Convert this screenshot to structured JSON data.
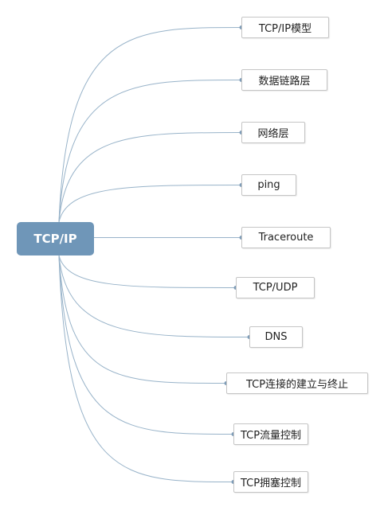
{
  "root": {
    "label": "TCP/IP"
  },
  "children": [
    {
      "label": "TCP/IP模型"
    },
    {
      "label": "数据链路层"
    },
    {
      "label": "网络层"
    },
    {
      "label": "ping"
    },
    {
      "label": "Traceroute"
    },
    {
      "label": "TCP/UDP"
    },
    {
      "label": "DNS"
    },
    {
      "label": "TCP连接的建立与终止"
    },
    {
      "label": "TCP流量控制"
    },
    {
      "label": "TCP拥塞控制"
    }
  ],
  "colors": {
    "root_fill": "#6f96b8",
    "edge": "#98b3c9",
    "node_border": "#c5c5c5"
  }
}
